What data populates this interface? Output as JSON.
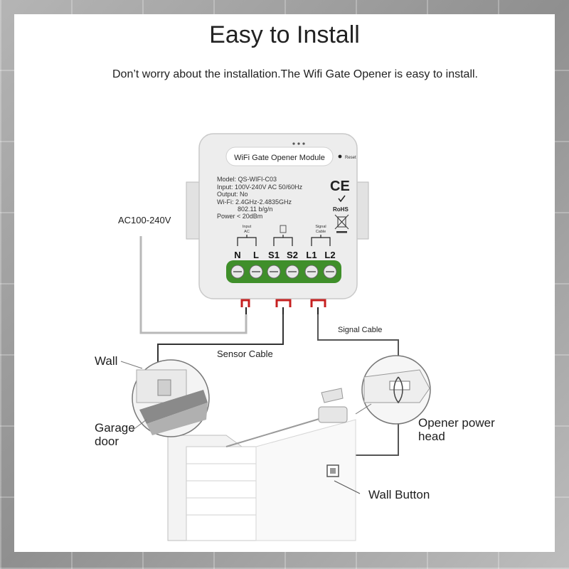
{
  "header": {
    "title": "Easy to Install",
    "subtitle": "Don’t worry about the installation.The Wifi Gate Opener is easy to install."
  },
  "module": {
    "name": "WiFi Gate Opener Module",
    "reset": "Reset",
    "specs": [
      "Model: QS-WIFI-C03",
      "Input: 100V-240V AC 50/60Hz",
      "Output: No",
      "Wi-Fi: 2.4GHz-2.4835GHz",
      "802.11 b/g/n",
      "Power < 20dBm"
    ],
    "ce": "CE",
    "rohs": "RoHS",
    "input_label_1": "Input",
    "input_label_2": "AC",
    "signal_label_1": "Signal",
    "signal_label_2": "Cable",
    "terminals": [
      "N",
      "L",
      "S1",
      "S2",
      "L1",
      "L2"
    ]
  },
  "labels": {
    "ac": "AC100-240V",
    "sensor_cable": "Sensor Cable",
    "signal_cable": "Signal Cable",
    "wall": "Wall",
    "garage_1": "Garage",
    "garage_2": "door",
    "opener_1": "Opener power",
    "opener_2": "head",
    "wall_button": "Wall Button"
  },
  "colors": {
    "terminal_green": "#3f8f2a",
    "wire_red": "#c62020",
    "module_body": "#ededed"
  }
}
